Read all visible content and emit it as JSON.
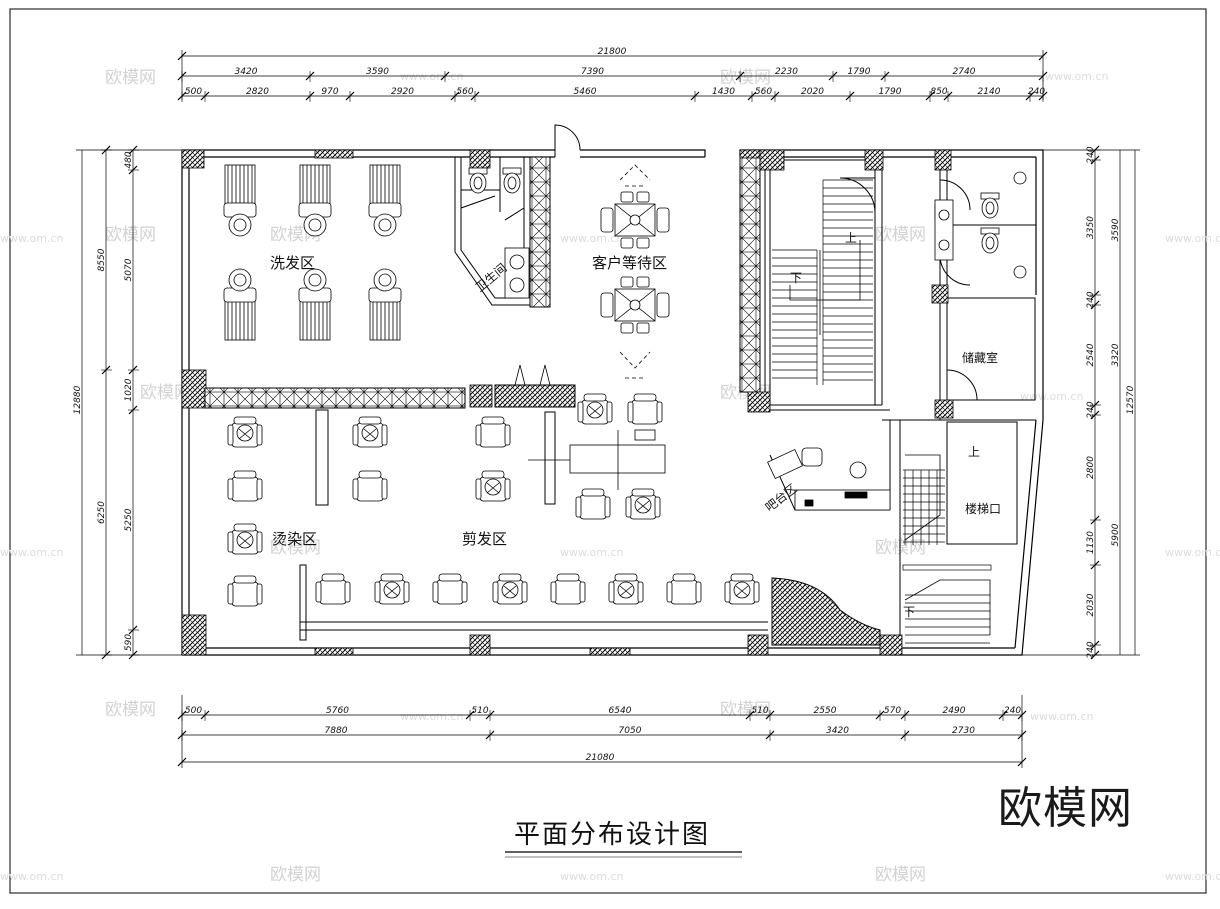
{
  "drawing": {
    "title": "平面分布设计图",
    "brand": "欧模网"
  },
  "rooms": {
    "wash": "洗发区",
    "waiting": "客户等待区",
    "restroom": "卫生间",
    "storage": "储藏室",
    "perm_dye": "烫染区",
    "cutting": "剪发区",
    "bar": "吧台区",
    "stair_entry": "楼梯口",
    "up_1": "上",
    "down_1": "下",
    "up_2": "上",
    "down_2": "下"
  },
  "dimensions": {
    "top_total": "21800",
    "top_row1": [
      "3420",
      "3590",
      "7390",
      "2230",
      "1790",
      "2740"
    ],
    "top_row2": [
      "500",
      "2820",
      "970",
      "2920",
      "560",
      "5460",
      "1430",
      "560",
      "2020",
      "1790",
      "850",
      "2140",
      "240"
    ],
    "bottom_row1": [
      "500",
      "5760",
      "510",
      "6540",
      "510",
      "2550",
      "570",
      "2490",
      "240"
    ],
    "bottom_row2": [
      "7880",
      "7050",
      "3420",
      "2730"
    ],
    "bottom_total": "21080",
    "left_outer": [
      "8550",
      "12880",
      "6250"
    ],
    "left_inner": [
      "480",
      "5070",
      "1020",
      "5250",
      "590"
    ],
    "right_inner": [
      "240",
      "3350",
      "240",
      "2540",
      "240",
      "2800",
      "1130",
      "2030",
      "240"
    ],
    "right_outer": [
      "3590",
      "3320",
      "12570",
      "5900"
    ]
  },
  "watermarks": {
    "logo": "欧模网",
    "url": "www.om.cn"
  }
}
